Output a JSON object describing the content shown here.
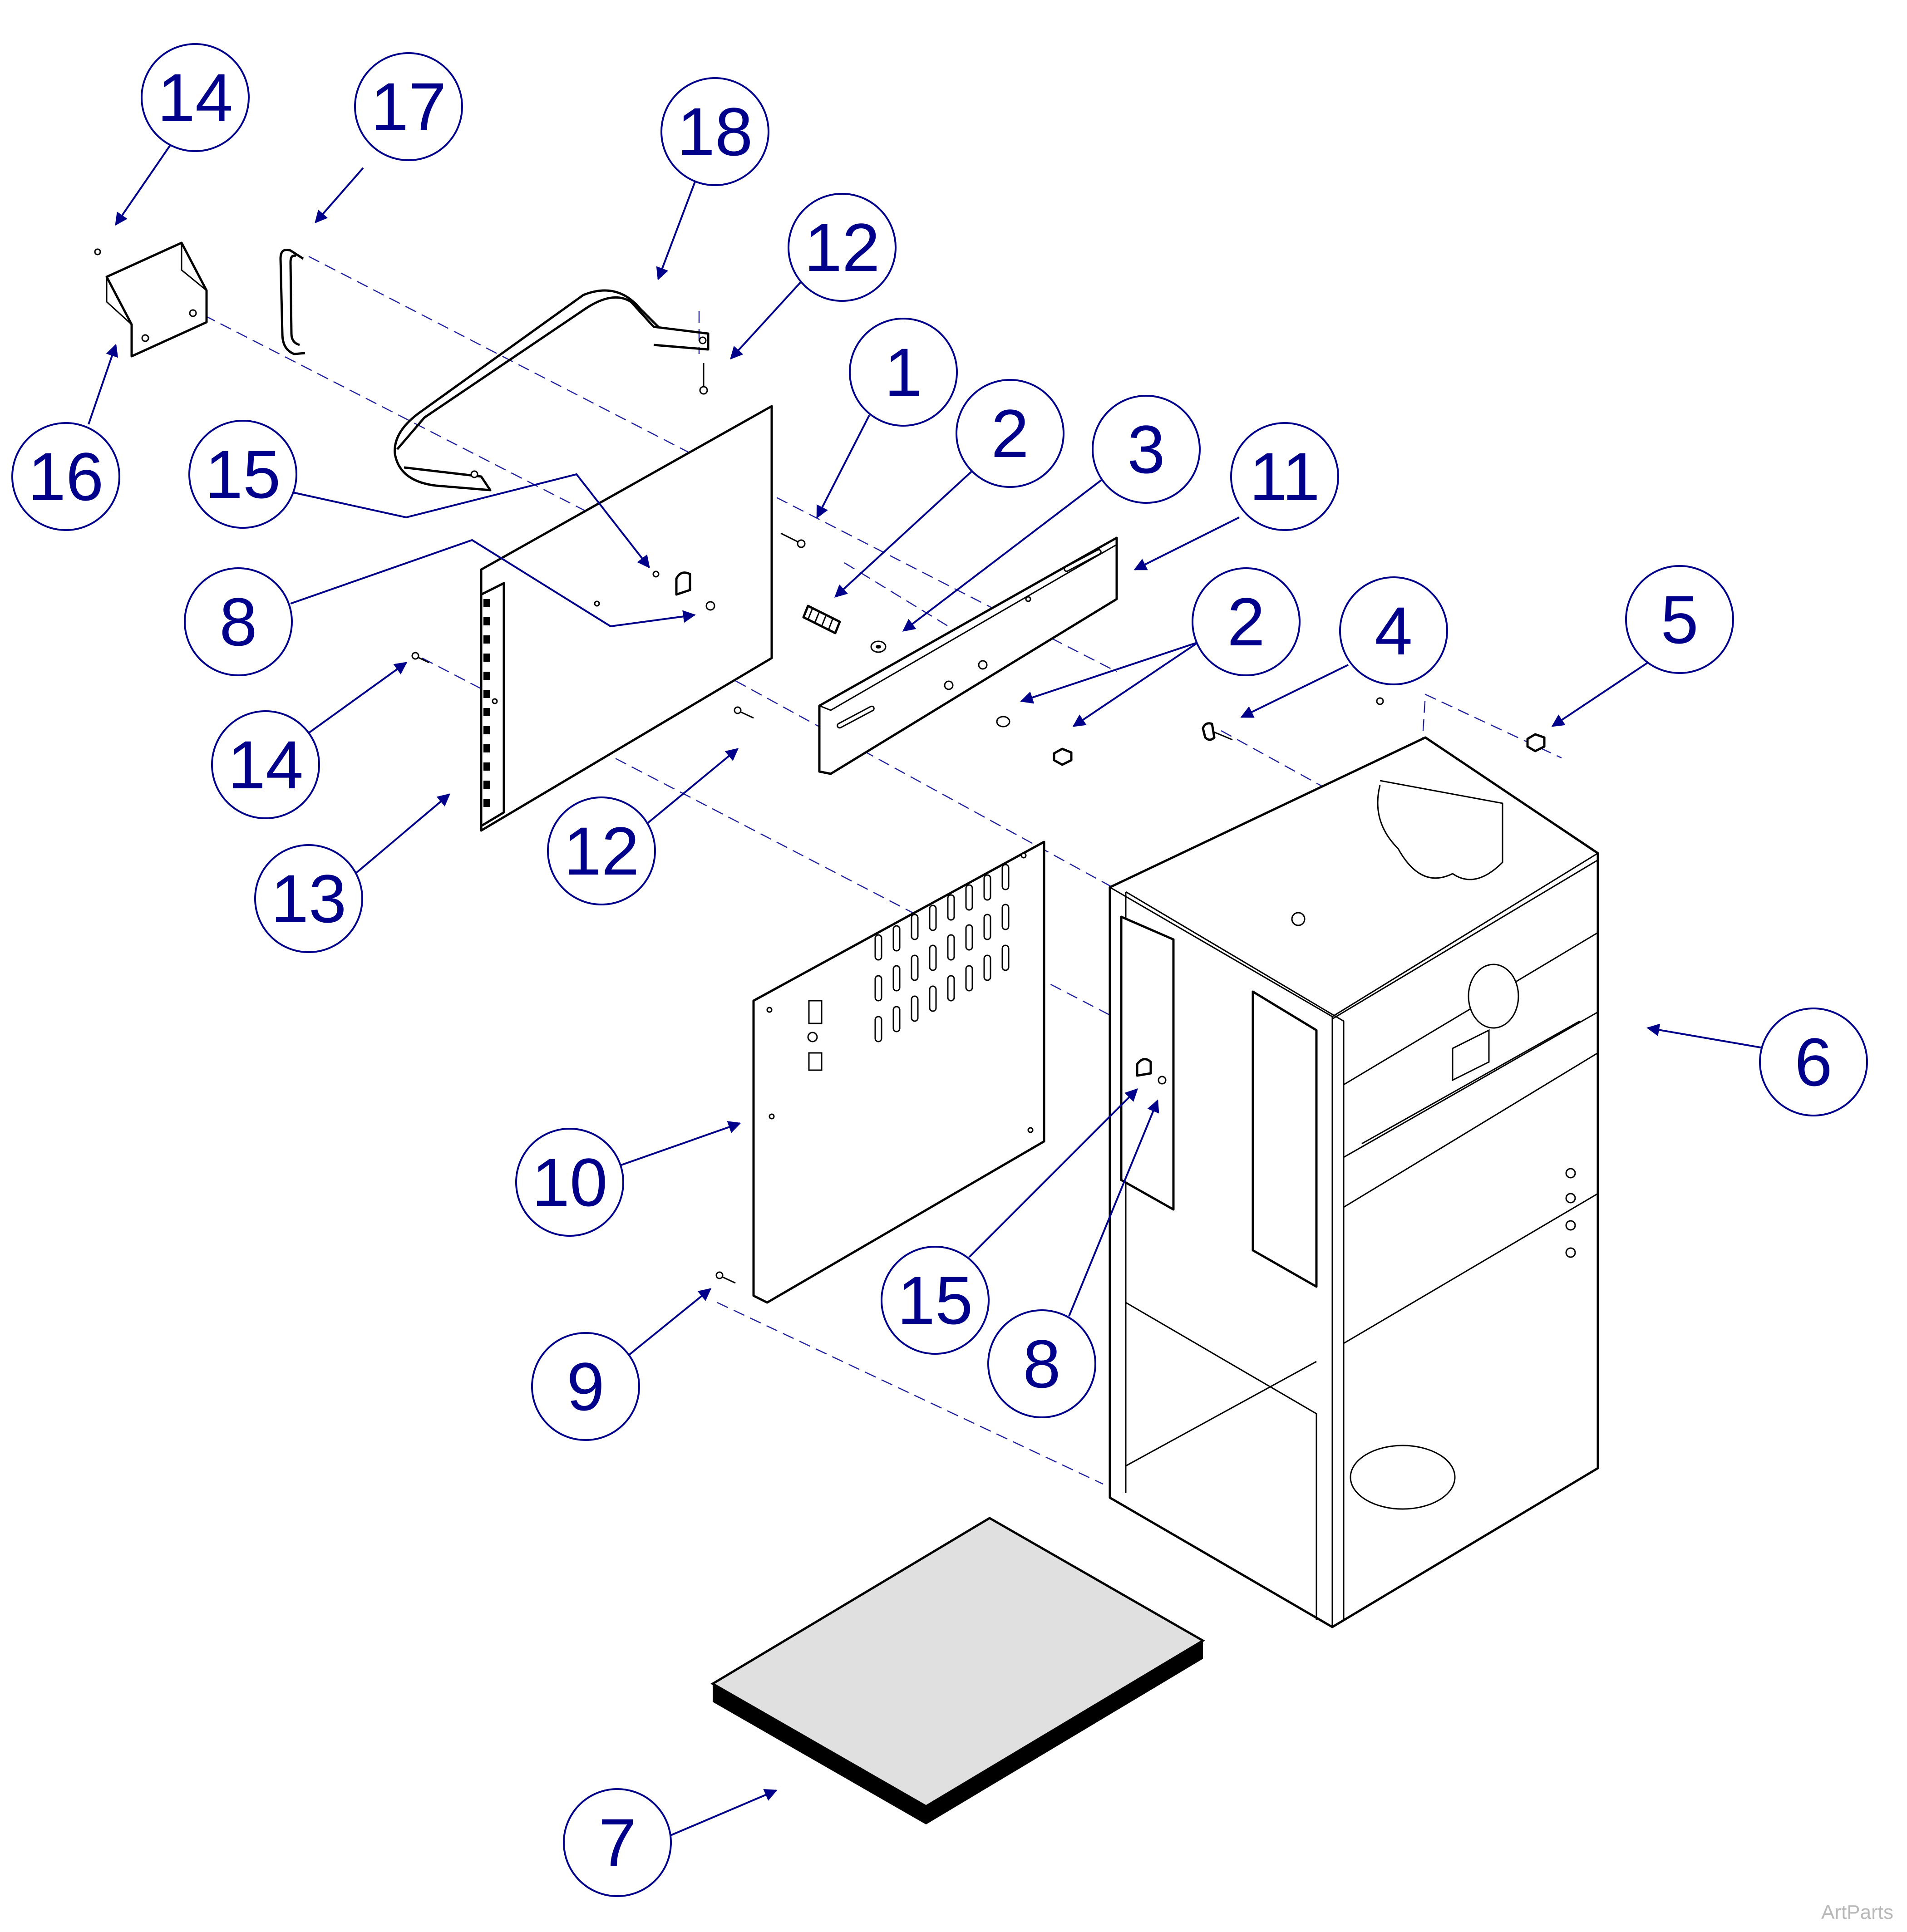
{
  "callouts": [
    {
      "id": "c14a",
      "label": "14"
    },
    {
      "id": "c17",
      "label": "17"
    },
    {
      "id": "c18",
      "label": "18"
    },
    {
      "id": "c12a",
      "label": "12"
    },
    {
      "id": "c1",
      "label": "1"
    },
    {
      "id": "c2a",
      "label": "2"
    },
    {
      "id": "c3",
      "label": "3"
    },
    {
      "id": "c11",
      "label": "11"
    },
    {
      "id": "c16",
      "label": "16"
    },
    {
      "id": "c15a",
      "label": "15"
    },
    {
      "id": "c8a",
      "label": "8"
    },
    {
      "id": "c2b",
      "label": "2"
    },
    {
      "id": "c4",
      "label": "4"
    },
    {
      "id": "c5",
      "label": "5"
    },
    {
      "id": "c14b",
      "label": "14"
    },
    {
      "id": "c12b",
      "label": "12"
    },
    {
      "id": "c13",
      "label": "13"
    },
    {
      "id": "c6",
      "label": "6"
    },
    {
      "id": "c10",
      "label": "10"
    },
    {
      "id": "c15b",
      "label": "15"
    },
    {
      "id": "c8b",
      "label": "8"
    },
    {
      "id": "c9",
      "label": "9"
    },
    {
      "id": "c7",
      "label": "7"
    }
  ],
  "watermark": "ArtParts",
  "colors": {
    "callout": "#00008b",
    "dashed_lines": "#2020a0",
    "line_art": "#000000",
    "pad_top": "#e0e0e0"
  }
}
